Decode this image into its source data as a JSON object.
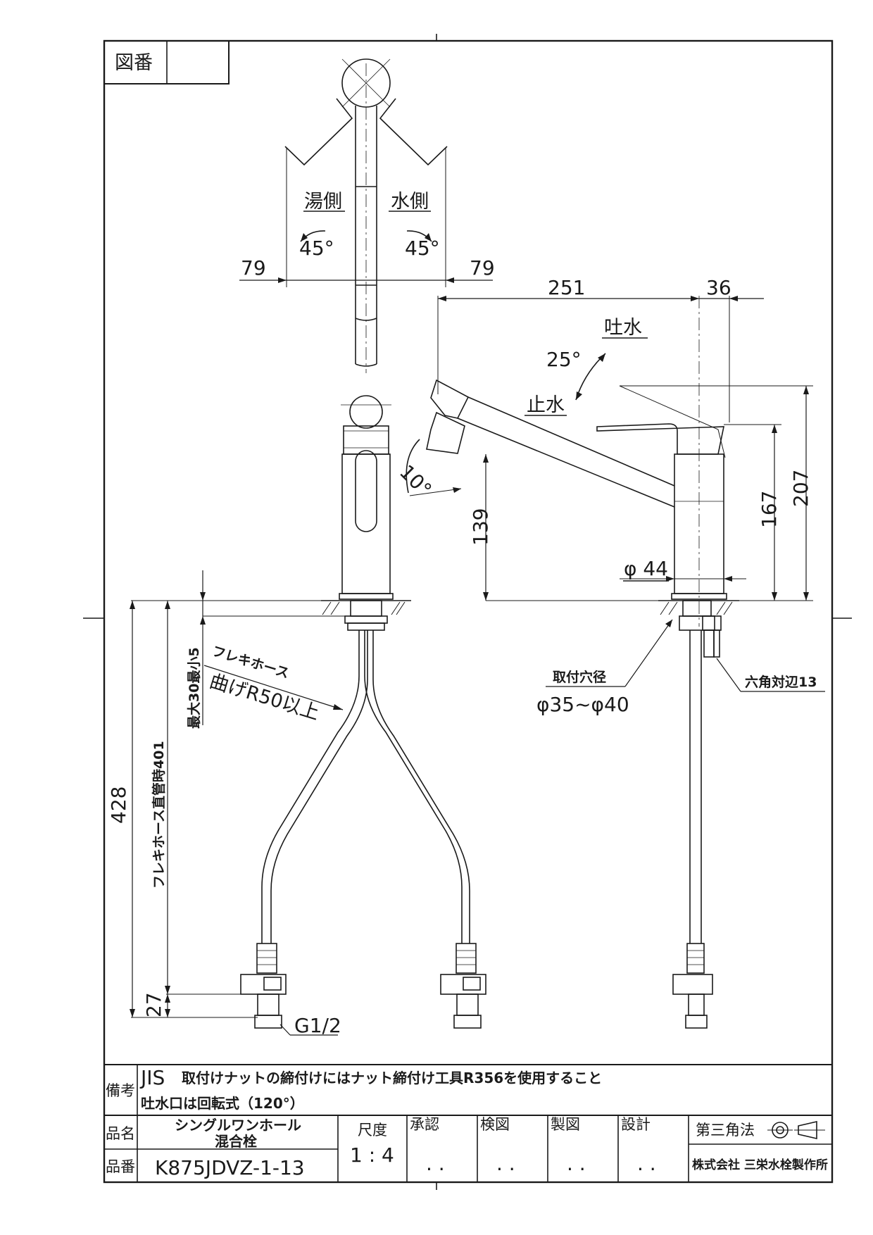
{
  "drawing_number_label": "図番",
  "drawing_number_value": "",
  "top_view": {
    "hot_side": "湯側",
    "cold_side": "水側",
    "angle_left": "45°",
    "angle_right": "45°",
    "dim_left": "79",
    "dim_right": "79"
  },
  "side_view": {
    "dim_spout_reach": "251",
    "dim_handle_offset": "36",
    "label_spout_water": "吐水",
    "label_stop_water": "止水",
    "angle_lever": "25°",
    "angle_nozzle": "10°",
    "dim_spout_height": "139",
    "dim_body_height": "167",
    "dim_total_height": "207",
    "dim_body_dia": "φ 44",
    "mount_hole_label": "取付穴径",
    "mount_hole_value": "φ35~φ40",
    "hex_label": "六角対辺13"
  },
  "front_view": {
    "flex_hose_label": "フレキホース",
    "bend_label": "曲げR50以上",
    "deck_thickness": "最大30最小5",
    "hose_length": "フレキホース直管時401",
    "dim_total": "428",
    "dim_nut": "27",
    "thread": "G1/2"
  },
  "notes": {
    "label": "備考",
    "jis": "JIS",
    "line1": "取付けナットの締付けにはナット締付け工具R356を使用すること",
    "line2": "吐水口は回転式（120°）"
  },
  "title_block": {
    "name_label": "品名",
    "name_line1": "シングルワンホール",
    "name_line2": "混合栓",
    "number_label": "品番",
    "number_value": "K875JDVZ-1-13",
    "scale_label": "尺度",
    "scale_value": "1 : 4",
    "approved": "承認",
    "checked": "検図",
    "drawn": "製図",
    "designed": "設計",
    "date_placeholder": ". .",
    "projection": "第三角法",
    "company": "株式会社 三栄水栓製作所"
  }
}
